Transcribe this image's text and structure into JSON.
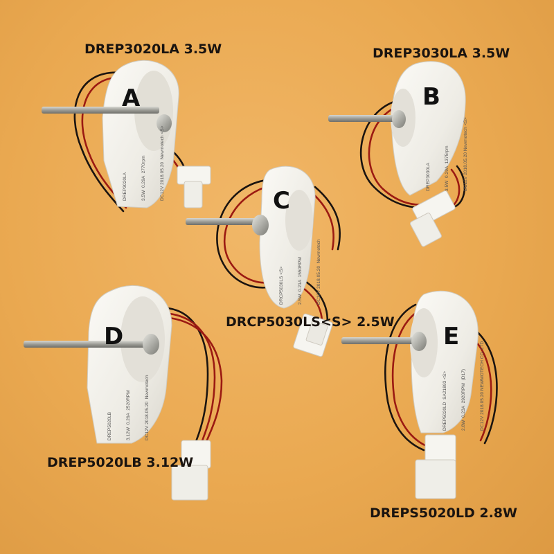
{
  "colors": {
    "background": "#eaa951",
    "motor_housing": "#f4f2ec",
    "wire_red": "#9b1a12",
    "wire_black": "#1b1410",
    "shaft": "#b8b8b2",
    "connector": "#f6f5f0"
  },
  "motors": [
    {
      "letter": "A",
      "model_caption": "DREP3020LA 3.5W",
      "label_lines": [
        "DREP3020LA",
        "3.5W  0.29A  2770rpm",
        "DC12V 2018.05.20  Newmotech <S>"
      ]
    },
    {
      "letter": "B",
      "model_caption": "DREP3030LA 3.5W",
      "label_lines": [
        "DREP3030LA",
        "3.5W  0.29A  1375rpm",
        "DC12V 2018.05.20 Newmotech <S>"
      ]
    },
    {
      "letter": "C",
      "model_caption": "DRCP5030LS<S> 2.5W",
      "label_lines": [
        "DRCP5030LS <S>",
        "2.5W  0.21A  1550RPM",
        "DC12V 2018.05.20  Newmotech"
      ]
    },
    {
      "letter": "D",
      "model_caption": "DREP5020LB 3.12W",
      "label_lines": [
        "DREP5020LB",
        "3.12W  0.26A  2520RPM",
        "DC12V 2018.05.20  Newmotech"
      ]
    },
    {
      "letter": "E",
      "model_caption": "DREPS5020LD 2.8W",
      "label_lines": [
        "DREP5020LD  SA21893 <S>",
        "2.8W  0.23A  2920RPM  (D17)",
        "DC12V 2018.05.20 NEWMOTECH CO. LTD"
      ]
    }
  ]
}
